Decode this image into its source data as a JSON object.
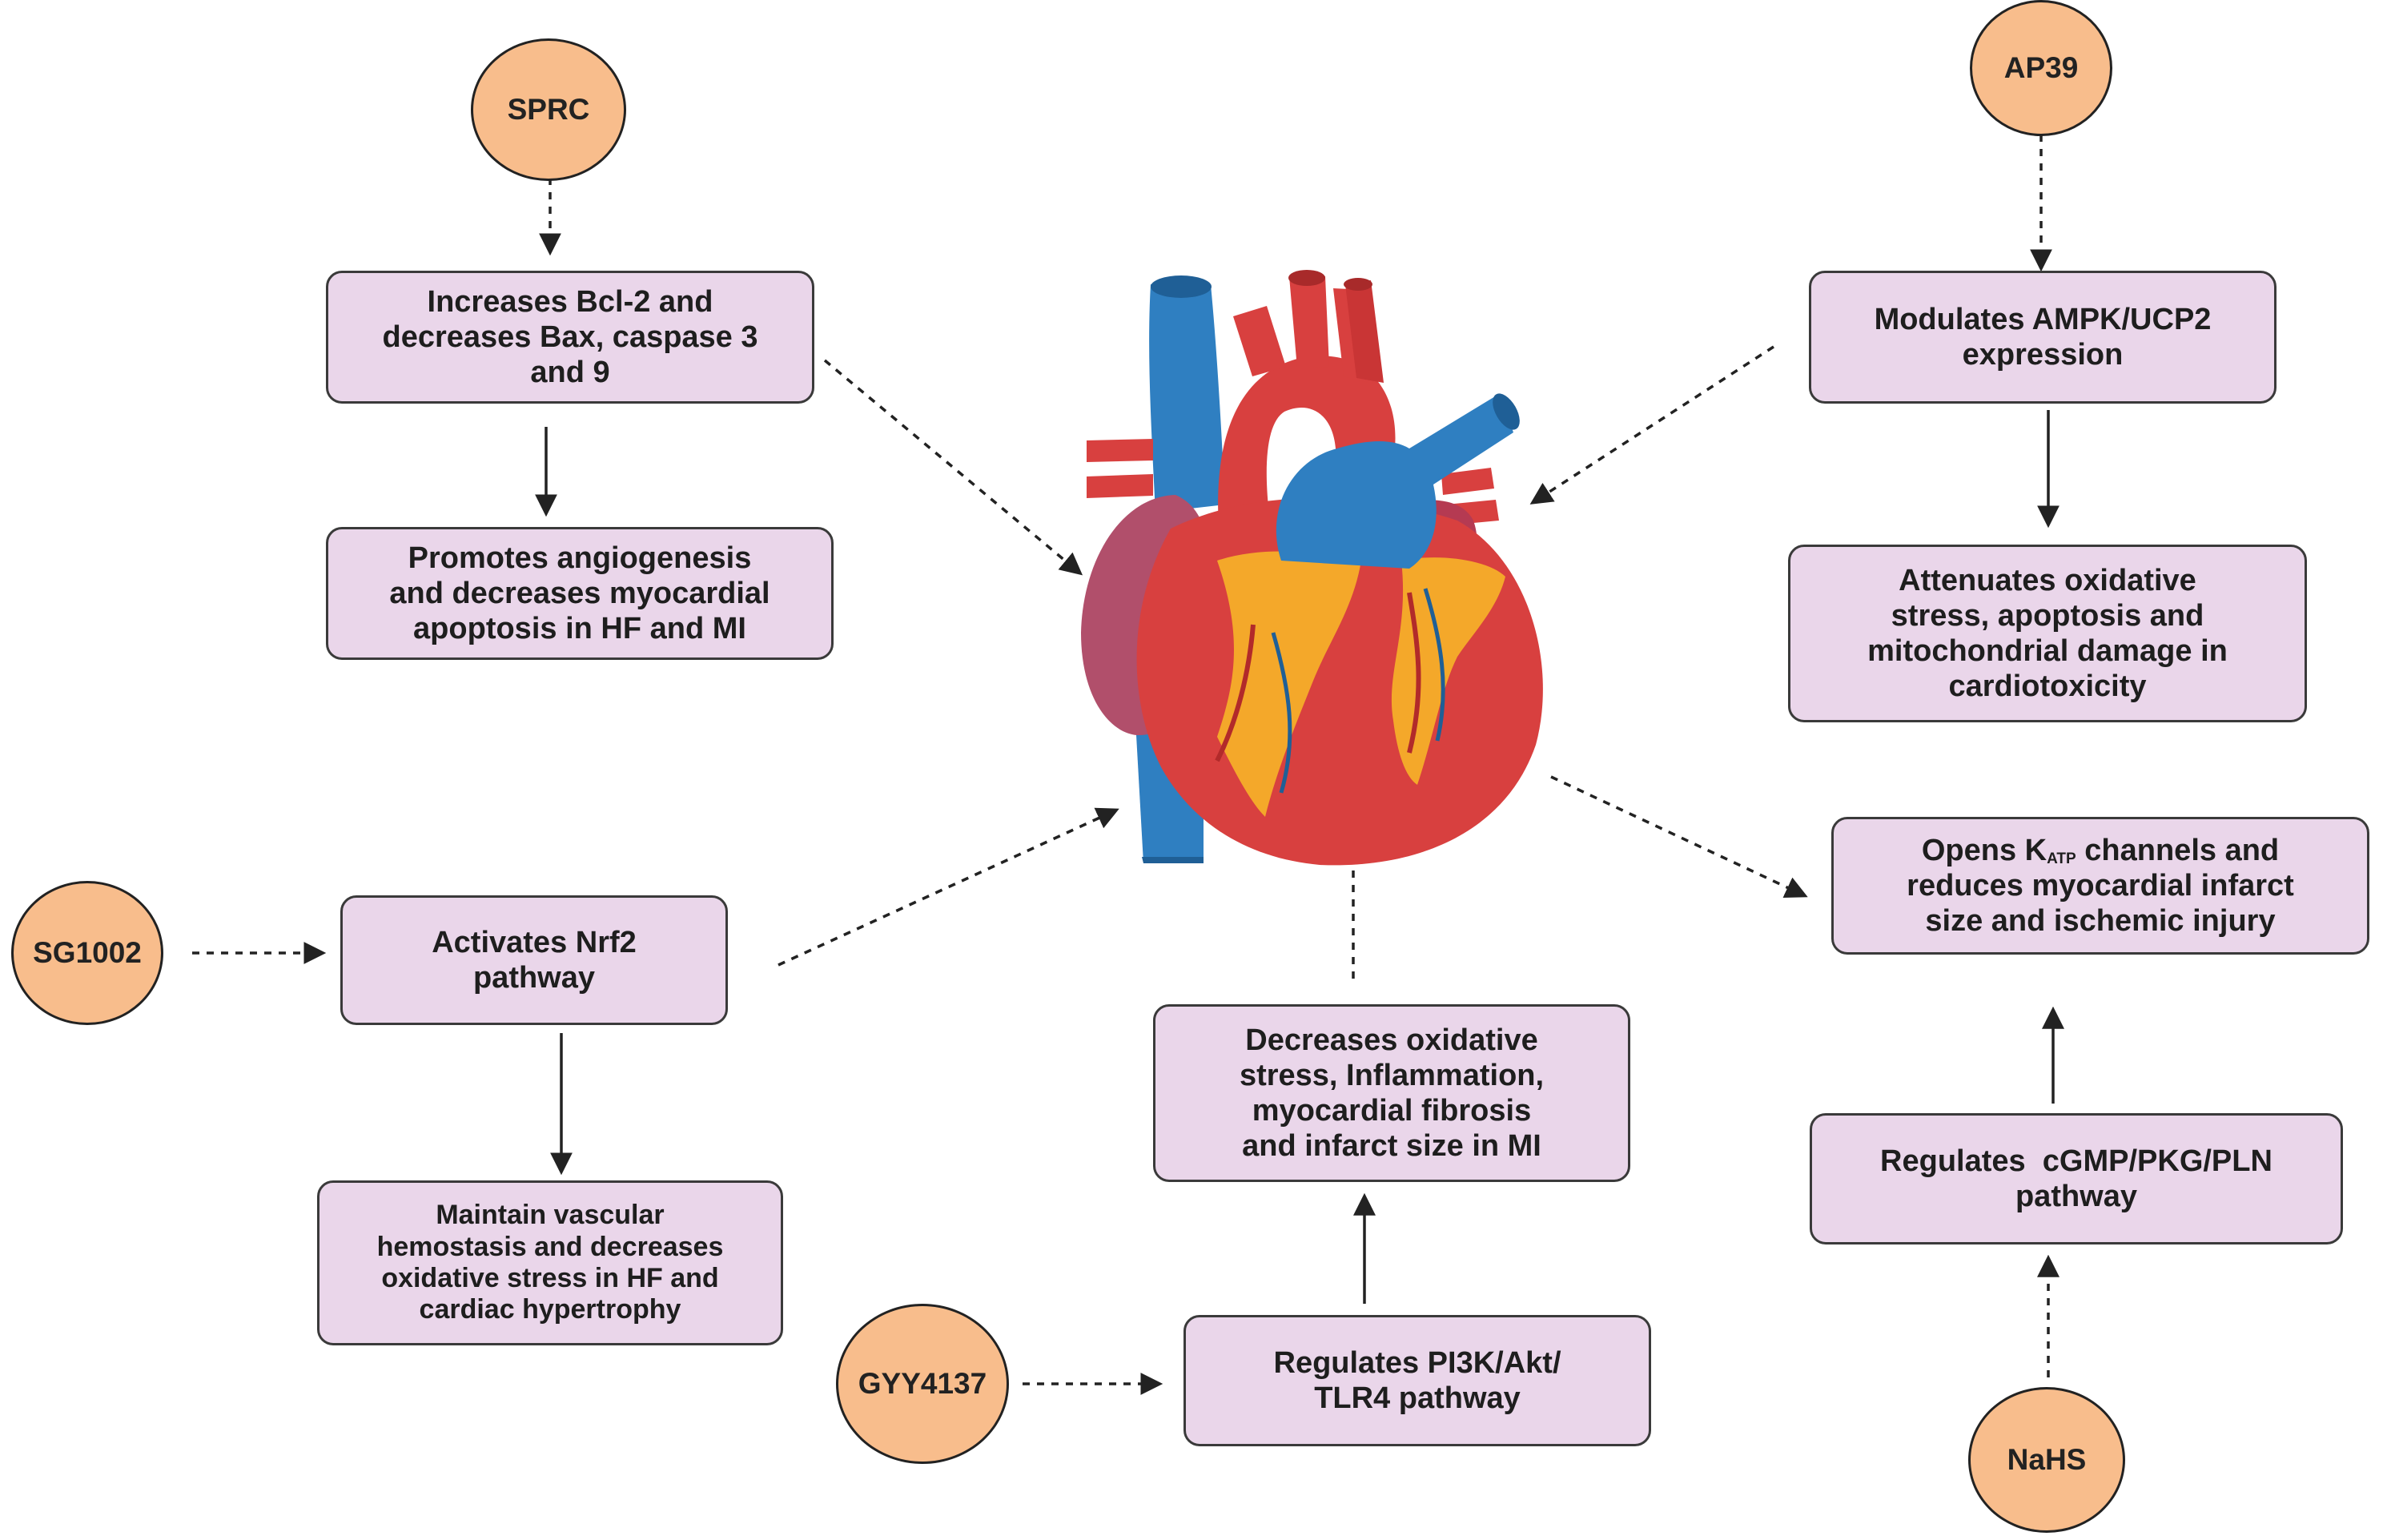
{
  "agents": {
    "sprc": "SPRC",
    "ap39": "AP39",
    "sg1002": "SG1002",
    "gyy4137": "GYY4137",
    "nahs": "NaHS"
  },
  "effects": {
    "sprc_1": [
      "Increases Bcl-2 and",
      "decreases Bax, caspase 3",
      "and 9"
    ],
    "sprc_2": [
      "Promotes angiogenesis",
      "and decreases myocardial",
      "apoptosis in HF and MI"
    ],
    "ap39_1": [
      "Modulates AMPK/UCP2",
      "expression"
    ],
    "ap39_2": [
      "Attenuates oxidative",
      "stress, apoptosis and",
      "mitochondrial damage in",
      "cardiotoxicity"
    ],
    "katp": {
      "line1_pre": "Opens K",
      "line1_sub": "ATP",
      "line1_post": " channels and",
      "line2": "reduces myocardial infarct",
      "line3": "size and ischemic injury"
    },
    "sg1002_1": [
      "Activates Nrf2",
      "pathway"
    ],
    "sg1002_2": [
      "Maintain vascular",
      "hemostasis and decreases",
      "oxidative stress in HF and",
      "cardiac hypertrophy"
    ],
    "gyy_1": [
      "Regulates  PI3K/Akt/",
      "TLR4 pathway"
    ],
    "gyy_2": [
      "Decreases oxidative",
      "stress, Inflammation,",
      "myocardial fibrosis",
      "and infarct size in MI"
    ],
    "nahs_1": [
      "Regulates  cGMP/PKG/PLN",
      "pathway"
    ]
  },
  "colors": {
    "box_fill": "#ead6ea",
    "circle_fill": "#f8bd8c",
    "heart_red": "#d8403f",
    "vessel_blue": "#2f7fc1",
    "fat_yellow": "#f4a82a"
  }
}
